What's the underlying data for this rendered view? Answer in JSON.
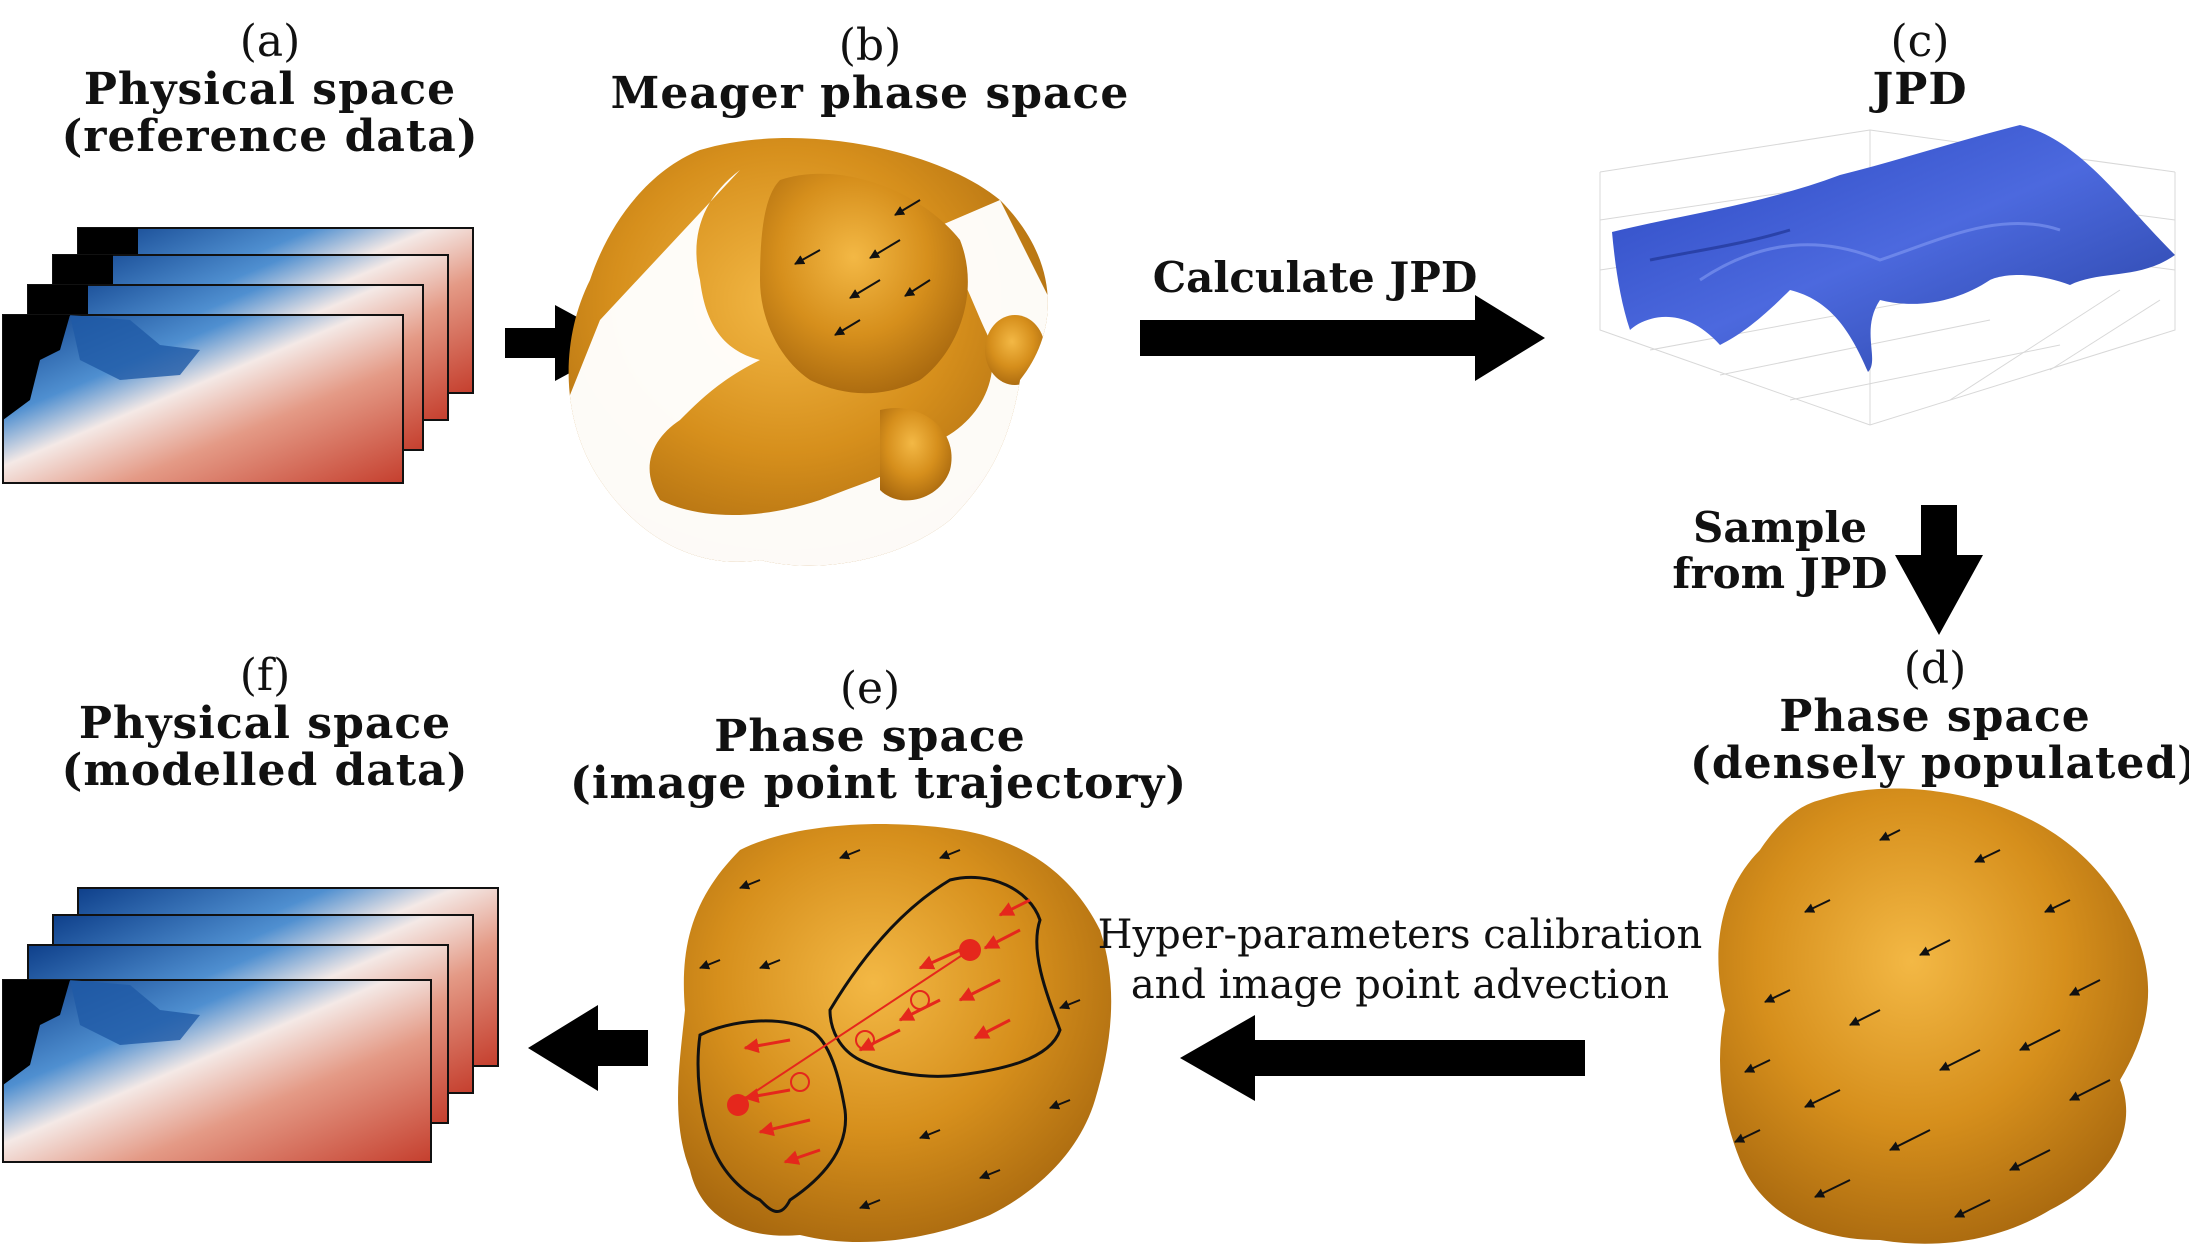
{
  "panels": {
    "a": {
      "letter": "(a)",
      "title": "Physical space",
      "subtitle": "(reference data)"
    },
    "b": {
      "letter": "(b)",
      "title": "Meager phase space"
    },
    "c": {
      "letter": "(c)",
      "title": "JPD"
    },
    "d": {
      "letter": "(d)",
      "title": "Phase space",
      "subtitle": "(densely populated)"
    },
    "e": {
      "letter": "(e)",
      "title": "Phase space",
      "subtitle": "(image point trajectory)"
    },
    "f": {
      "letter": "(f)",
      "title": "Physical space",
      "subtitle": "(modelled data)"
    }
  },
  "arrows": {
    "b_to_c": "Calculate JPD",
    "c_to_d_line1": "Sample",
    "c_to_d_line2": "from JPD",
    "d_to_e_line1": "Hyper-parameters calibration",
    "d_to_e_line2": "and image point advection"
  },
  "colors": {
    "blob": "#d68f1c",
    "blob_highlight": "#f0b43a",
    "surface": "#3553c9",
    "ocean_red": "#d4624d",
    "ocean_blue": "#2f6fb7",
    "trajectory": "#e5271c",
    "arrow": "#000000"
  }
}
